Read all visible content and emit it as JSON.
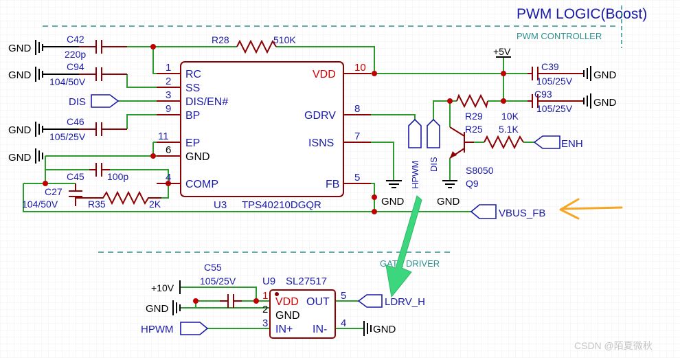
{
  "title": "PWM LOGIC(Boost)",
  "sections": {
    "pwm_controller": "PWM CONTROLLER",
    "gate_driver": "GATE DRIVER"
  },
  "ic_u3": {
    "ref": "U3",
    "part": "TPS40210DGQR",
    "pins_left": [
      {
        "num": "1",
        "name": "RC"
      },
      {
        "num": "2",
        "name": "SS"
      },
      {
        "num": "3",
        "name": "DIS/EN#"
      },
      {
        "num": "9",
        "name": "BP"
      },
      {
        "num": "11",
        "name": "EP"
      },
      {
        "num": "6",
        "name": "GND"
      },
      {
        "num": "4",
        "name": "COMP"
      }
    ],
    "pins_right": [
      {
        "num": "10",
        "name": "VDD"
      },
      {
        "num": "8",
        "name": "GDRV"
      },
      {
        "num": "7",
        "name": "ISNS"
      },
      {
        "num": "5",
        "name": "FB"
      }
    ]
  },
  "ic_u9": {
    "ref": "U9",
    "part": "SL27517",
    "pins_left": [
      {
        "num": "1",
        "name": "VDD"
      },
      {
        "num": "2",
        "name": "GND"
      },
      {
        "num": "3",
        "name": "IN+"
      }
    ],
    "pins_right": [
      {
        "num": "5",
        "name": "OUT"
      },
      {
        "num": "4",
        "name": "IN-"
      }
    ]
  },
  "components": {
    "c42": {
      "ref": "C42",
      "value": "220p"
    },
    "c94": {
      "ref": "C94",
      "value": "104/50V"
    },
    "c46": {
      "ref": "C46",
      "value": "105/25V"
    },
    "c45": {
      "ref": "C45",
      "value": "100p"
    },
    "c27": {
      "ref": "C27",
      "value": "104/50V"
    },
    "r35": {
      "ref": "R35",
      "value": "2K"
    },
    "r28": {
      "ref": "R28",
      "value": "510K"
    },
    "c39": {
      "ref": "C39",
      "value": "105/25V"
    },
    "c93": {
      "ref": "C93",
      "value": "105/25V"
    },
    "r29": {
      "ref": "R29",
      "value": "10K"
    },
    "r25": {
      "ref": "R25",
      "value": "5.1K"
    },
    "q9": {
      "ref": "Q9",
      "value": "S8050"
    },
    "c55": {
      "ref": "C55",
      "value": "105/25V"
    }
  },
  "nets": {
    "gnd": "GND",
    "p5v": "+5V",
    "p10v": "+10V",
    "dis": "DIS",
    "hpwm": "HPWM",
    "enh": "ENH",
    "vbus_fb": "VBUS_FB",
    "ldrv_h": "LDRV_H"
  },
  "colors": {
    "wire": "#2a9a2a",
    "component": "#8b0000",
    "pin_number": "#0000cc",
    "pin_name": "#1a1aa8",
    "power_pin": "#d00000",
    "net_label": "#1a1aa8",
    "section_line": "#2f8f8f",
    "arrow": "#2ecc71",
    "highlight": "#f5a623",
    "grid": "#ececec"
  },
  "watermark": "CSDN @陌夏微秋"
}
